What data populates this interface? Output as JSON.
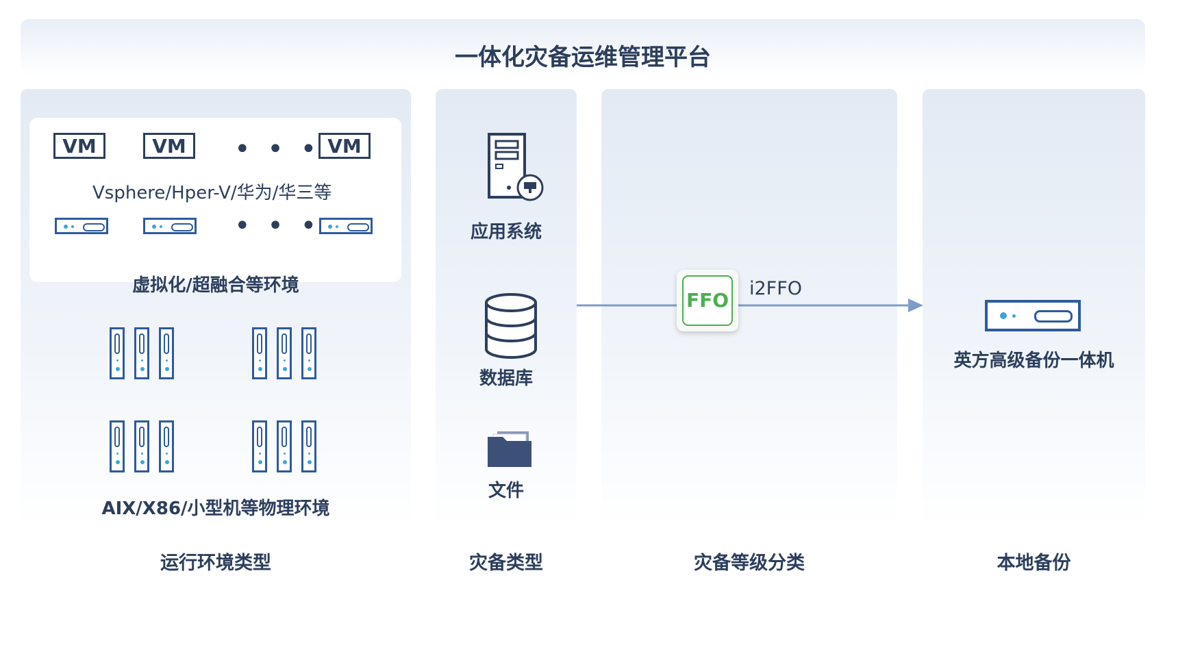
{
  "title": "一体化灾备运维管理平台",
  "env": {
    "vm_label": "VM",
    "ellipsis": "• • •",
    "hypervisors": "Vsphere/Hper-V/华为/华三等",
    "virtual_label": "虚拟化/超融合等环境",
    "physical_label": "AIX/X86/小型机等物理环境"
  },
  "dr_types": {
    "items": [
      {
        "label": "应用系统",
        "icon": "server-tower-icon"
      },
      {
        "label": "数据库",
        "icon": "database-icon"
      },
      {
        "label": "文件",
        "icon": "folder-icon"
      }
    ]
  },
  "flow": {
    "badge": "FFO",
    "label": "i2FFO"
  },
  "backup": {
    "appliance_label": "英方高级备份一体机"
  },
  "footers": {
    "env": "运行环境类型",
    "dr_type": "灾备类型",
    "dr_level": "灾备等级分类",
    "local_backup": "本地备份"
  },
  "colors": {
    "text": "#2c3e5c",
    "accent_blue": "#2e5a9e",
    "led": "#3aa6d8",
    "ffo_green": "#4caf50",
    "arrow": "#7f9cc9"
  }
}
